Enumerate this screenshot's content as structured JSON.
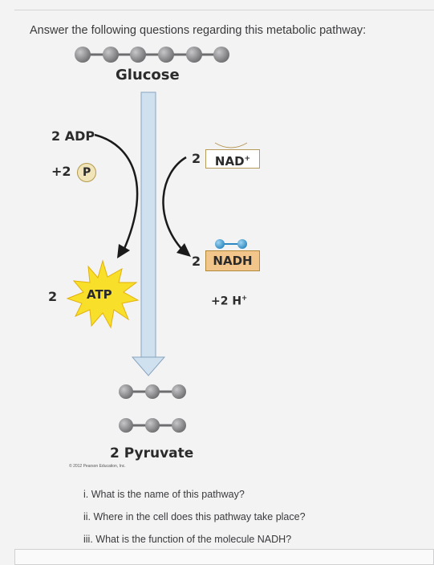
{
  "header": "Answer the following questions regarding this metabolic pathway:",
  "diagram": {
    "glucose": "Glucose",
    "adp": "2 ADP",
    "phosphate_prefix": "+2",
    "phosphate": "P",
    "atp_coefficient": "2",
    "atp": "ATP",
    "nad_coefficient": "2",
    "nad": "NAD",
    "nad_sup": "+",
    "nadh_coefficient": "2",
    "nadh": "NADH",
    "hydrogen": "+2 H",
    "hydrogen_sup": "+",
    "pyruvate": "2 Pyruvate",
    "copyright": "© 2012 Pearson Education, Inc."
  },
  "questions": [
    "i. What is the name of this pathway?",
    "ii. Where in the cell does this pathway take place?",
    "iii. What is the function of the molecule NADH?"
  ],
  "colors": {
    "molecule_ball": "#8a8a8c",
    "arrow_fill": "#cfe1ef",
    "arrow_stroke": "#8aa4bf",
    "atp_burst": "#f7df2a",
    "nadh_box": "#f2c58a",
    "electron": "#3f9fd6"
  }
}
